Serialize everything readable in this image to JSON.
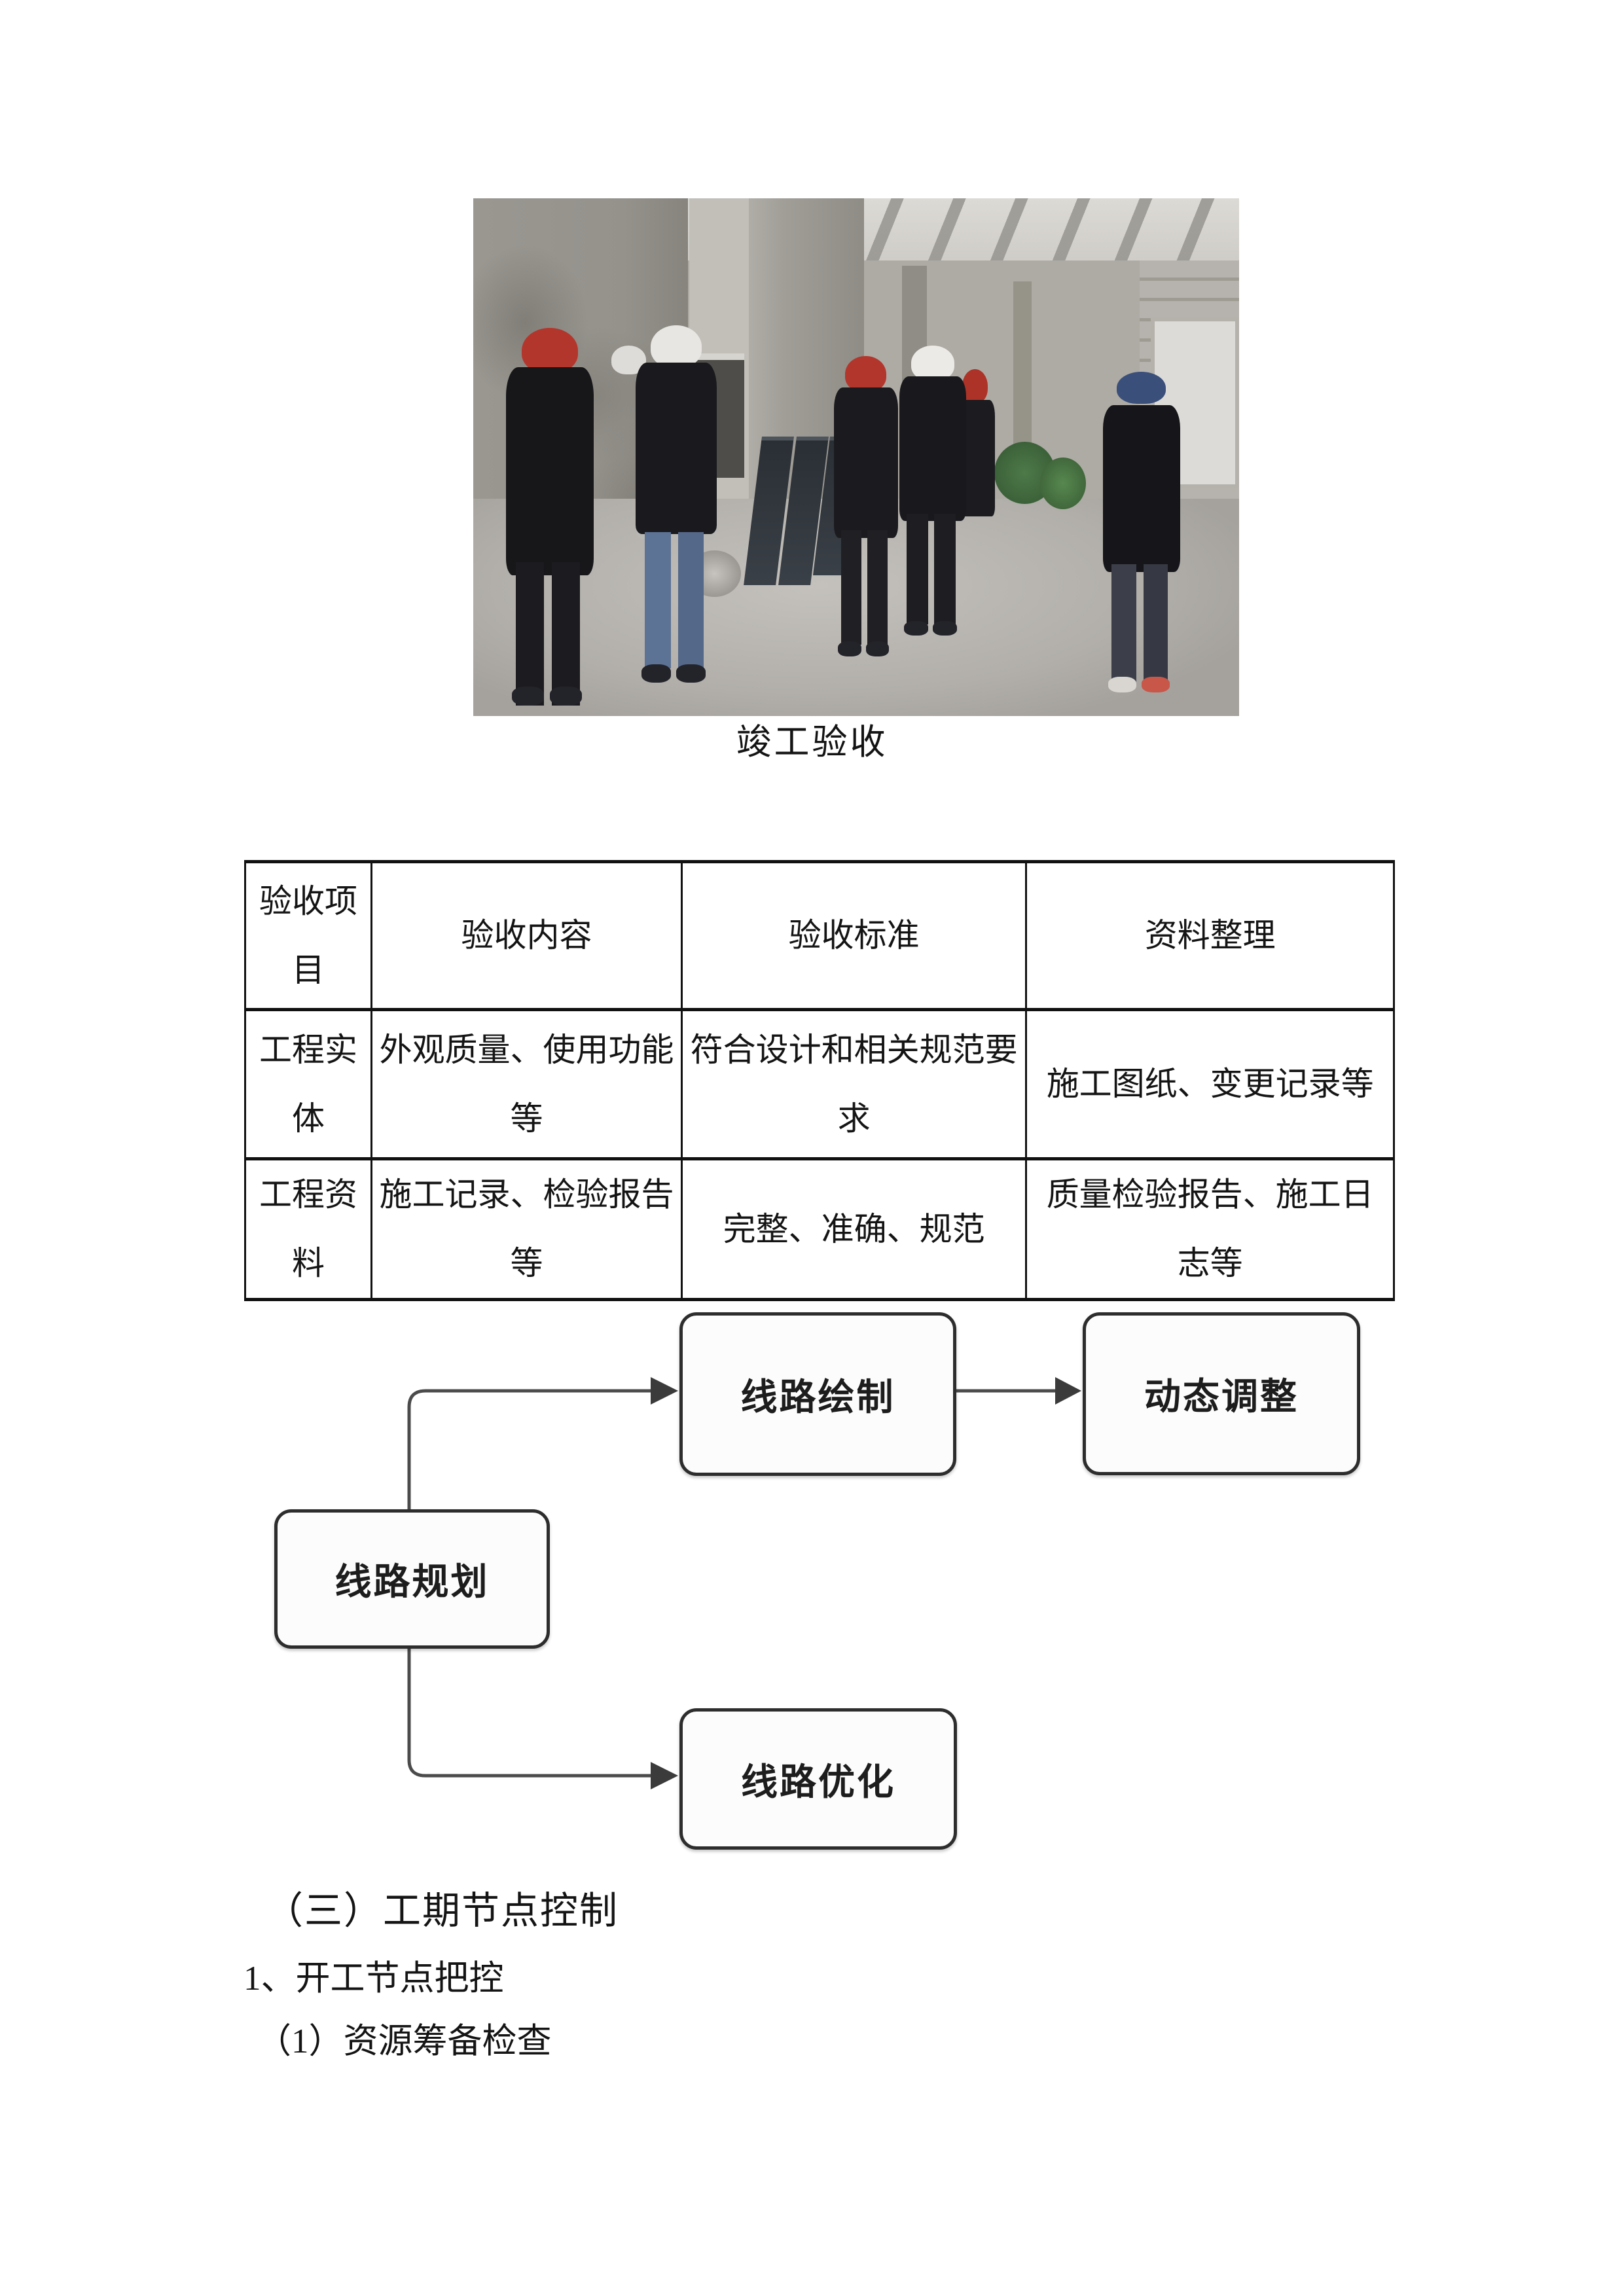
{
  "photo": {
    "caption": "竣工验收",
    "description": "construction-site-inspection-photo"
  },
  "table": {
    "headers": [
      "验收项目",
      "验收内容",
      "验收标准",
      "资料整理"
    ],
    "rows": [
      [
        "工程实体",
        "外观质量、使用功能等",
        "符合设计和相关规范要求",
        "施工图纸、变更记录等"
      ],
      [
        "工程资料",
        "施工记录、检验报告等",
        "完整、准确、规范",
        "质量检验报告、施工日志等"
      ]
    ]
  },
  "flowchart": {
    "nodes": [
      {
        "id": "planning",
        "label": "线路规划"
      },
      {
        "id": "drawing",
        "label": "线路绘制"
      },
      {
        "id": "adjust",
        "label": "动态调整"
      },
      {
        "id": "optimize",
        "label": "线路优化"
      }
    ]
  },
  "sections": {
    "heading": "（三）工期节点控制",
    "sub1": "1、开工节点把控",
    "sub2": "（1）资源筹备检查"
  },
  "colors": {
    "helmet_red": "#b3362c",
    "helmet_white": "#e8e6e2",
    "box_border": "#2d2d2d",
    "table_border": "#111111",
    "connector": "#4b4b4b"
  }
}
